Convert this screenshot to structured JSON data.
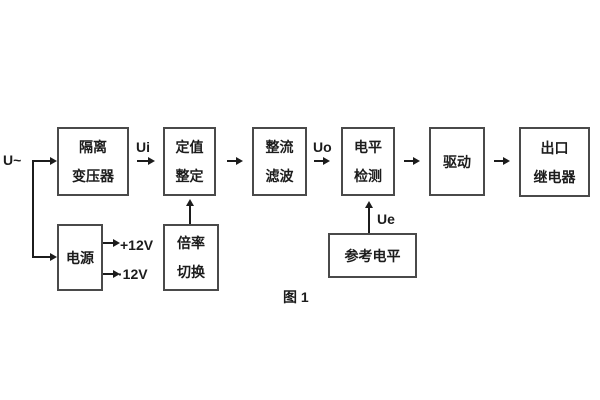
{
  "diagram": {
    "caption": "图 1",
    "blocks": {
      "isolation_transformer": {
        "line1": "隔离",
        "line2": "变压器"
      },
      "value_setting": {
        "line1": "定值",
        "line2": "整定"
      },
      "rectifier_filter": {
        "line1": "整流",
        "line2": "滤波"
      },
      "level_detection": {
        "line1": "电平",
        "line2": "检测"
      },
      "driver": {
        "line1": "驱动"
      },
      "output_relay": {
        "line1": "出口",
        "line2": "继电器"
      },
      "power_supply": {
        "line1": "电源"
      },
      "ratio_switch": {
        "line1": "倍率",
        "line2": "切换"
      },
      "reference_level": {
        "line1": "参考电平"
      }
    },
    "signal_labels": {
      "input": "U~",
      "ui": "Ui",
      "uo": "Uo",
      "ue": "Ue",
      "plus_12v": "+12V",
      "minus_12v": "·12V"
    },
    "colors": {
      "background": "#ffffff",
      "box_border": "#4a4a4a",
      "text": "#1c1c1c",
      "line": "#1c1c1c"
    }
  }
}
